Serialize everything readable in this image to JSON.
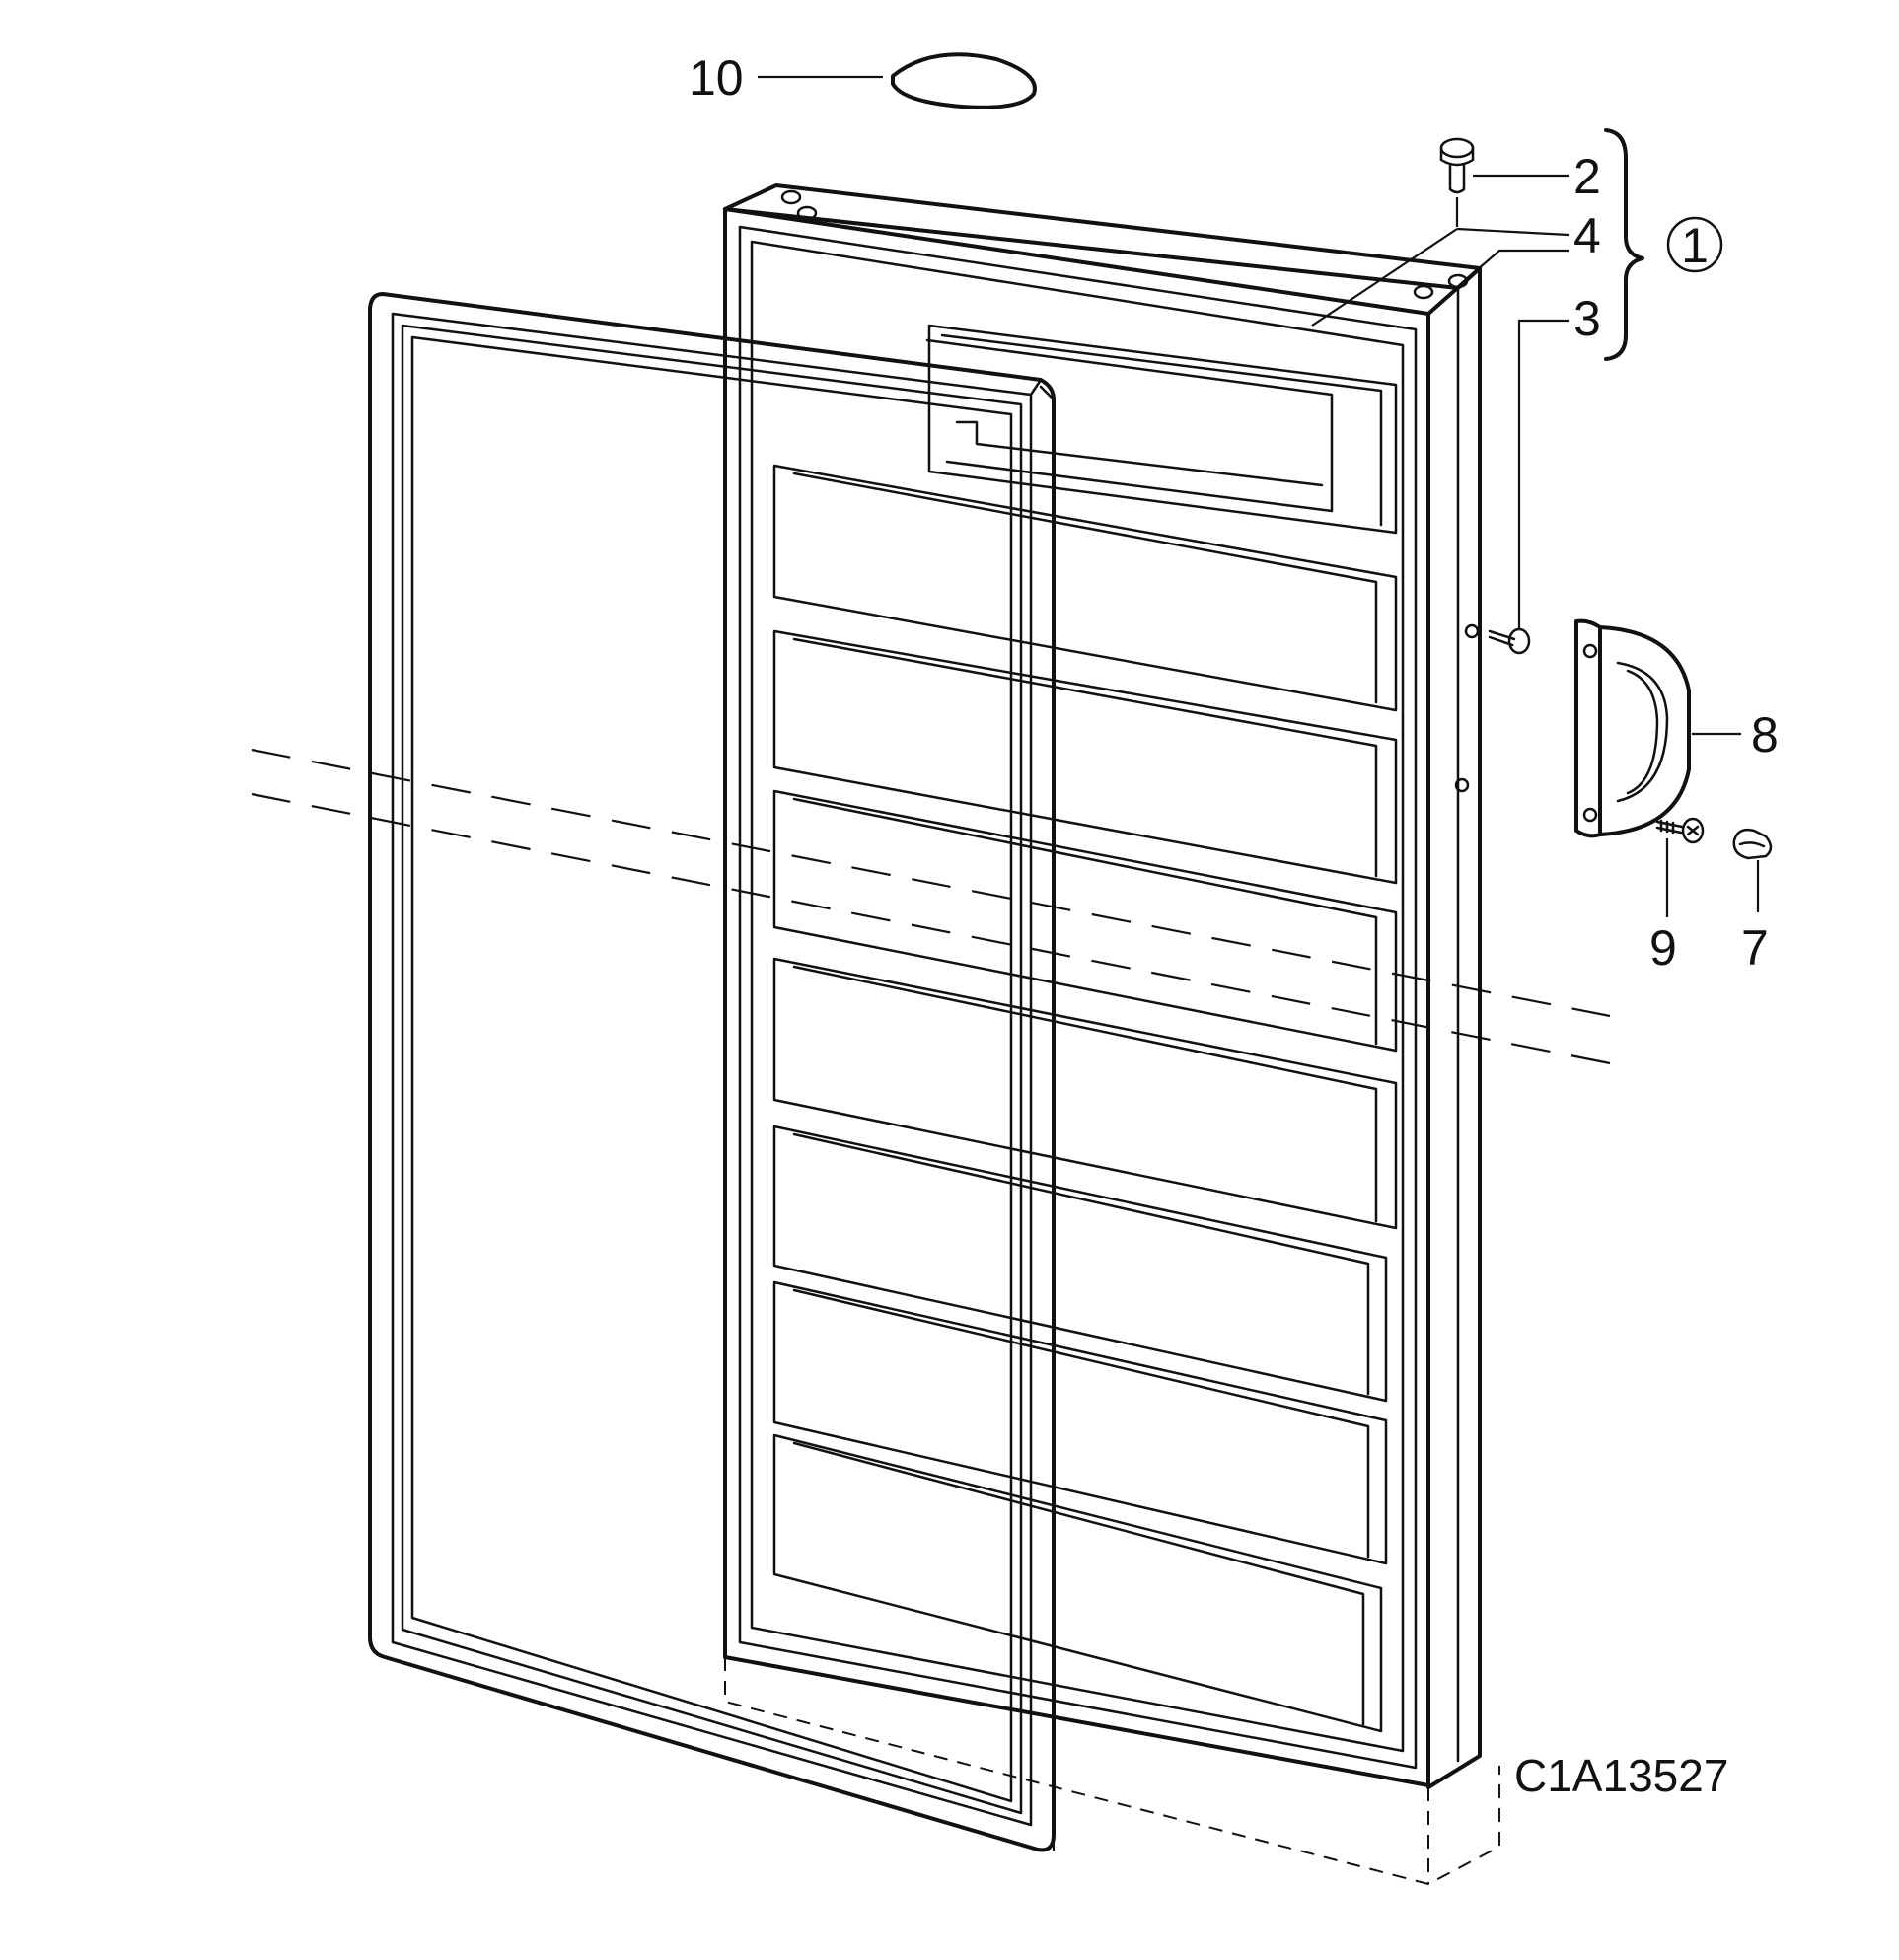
{
  "diagram": {
    "reference_code": "C1A13527",
    "assembly_callout": "1",
    "parts": [
      {
        "id": "p10",
        "label": "10",
        "icon": "gasket-cap-icon"
      },
      {
        "id": "p2",
        "label": "2",
        "icon": "hinge-pin-icon"
      },
      {
        "id": "p4",
        "label": "4",
        "icon": "bushing-icon"
      },
      {
        "id": "p3",
        "label": "3",
        "icon": "pin-icon"
      },
      {
        "id": "p8",
        "label": "8",
        "icon": "door-handle-icon"
      },
      {
        "id": "p9",
        "label": "9",
        "icon": "screw-icon"
      },
      {
        "id": "p7",
        "label": "7",
        "icon": "cap-plug-icon"
      }
    ]
  }
}
